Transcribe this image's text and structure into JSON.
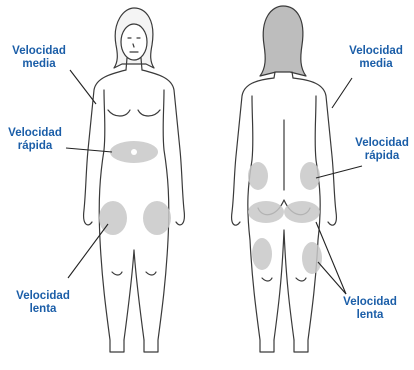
{
  "labels": {
    "front_media": "Velocidad\nmedia",
    "front_rapida": "Velocidad\nrápida",
    "front_lenta": "Velocidad\nlenta",
    "back_media": "Velocidad\nmedia",
    "back_rapida": "Velocidad\nrápida",
    "back_lenta": "Velocidad\nlenta"
  },
  "colors": {
    "label": "#1b5ea8",
    "outline": "#3a3a3a",
    "zone": "#c8c8c8",
    "leader": "#222222"
  }
}
